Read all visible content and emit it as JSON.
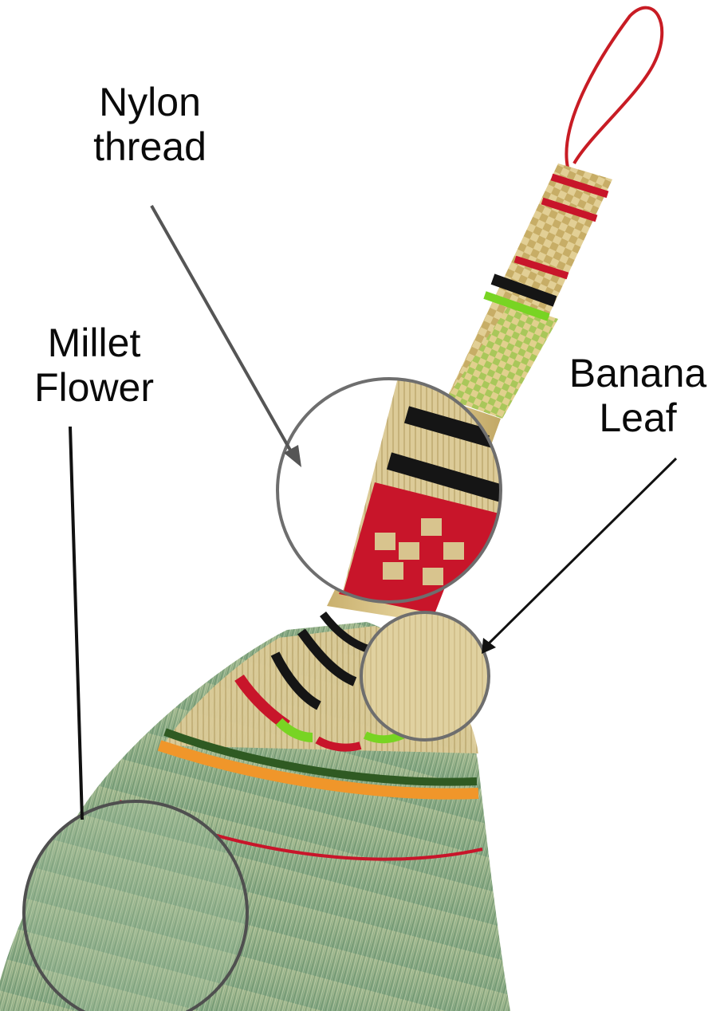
{
  "callouts": {
    "nylon": {
      "line1": "Nylon",
      "line2": "thread"
    },
    "millet": {
      "line1": "Millet",
      "line2": "Flower"
    },
    "banana": {
      "line1": "Banana",
      "line2": "Leaf"
    }
  },
  "colors": {
    "background": "#ffffff",
    "straw": "#d8c48e",
    "bristle_green": "#8fae86",
    "thread_red": "#c8152a",
    "thread_black": "#151515",
    "thread_lime": "#78d423",
    "thread_orange": "#f0962a",
    "thread_dark_green": "#2f5a22",
    "hanging_loop": "#c81c24",
    "lens_ring": "#6e6e6e",
    "arrow": "#555555",
    "label_text": "#0a0a0a"
  },
  "icons": [
    "arrow-nylon-icon",
    "line-banana-icon",
    "line-millet-icon"
  ]
}
